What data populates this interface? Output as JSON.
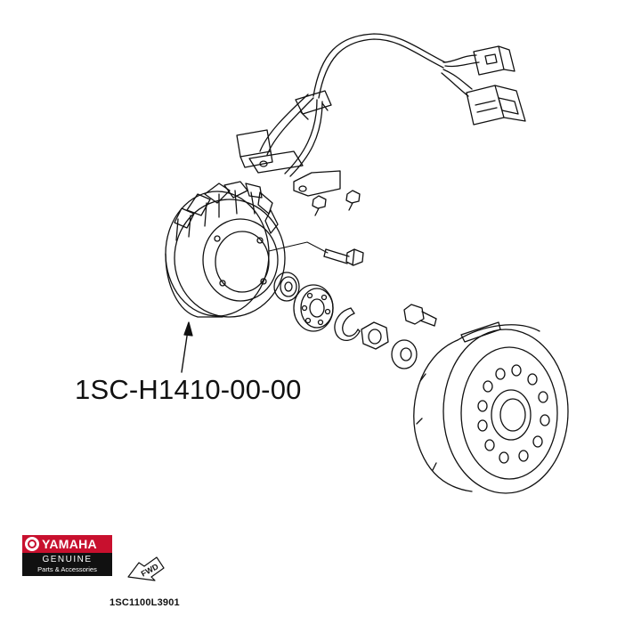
{
  "part_number": "1SC-H1410-00-00",
  "logo": {
    "brand": "YAMAHA",
    "line1": "GENUINE",
    "line2": "Parts & Accessories"
  },
  "direction_marker": "FWD",
  "reference_code": "1SC1100L3901",
  "colors": {
    "line": "#111111",
    "brand_red": "#c8102e"
  }
}
